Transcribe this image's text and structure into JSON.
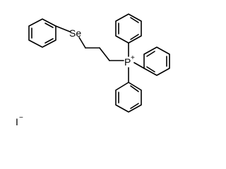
{
  "molecule": {
    "atoms": {
      "selenium": "Se",
      "phosphorus": "P",
      "phosphorus_charge": "+",
      "iodine": "I",
      "iodine_charge": "−"
    },
    "rings": [
      "phenyl",
      "phenyl",
      "phenyl",
      "phenyl"
    ],
    "colors": {
      "bond": "#000000",
      "background": "#ffffff"
    }
  }
}
